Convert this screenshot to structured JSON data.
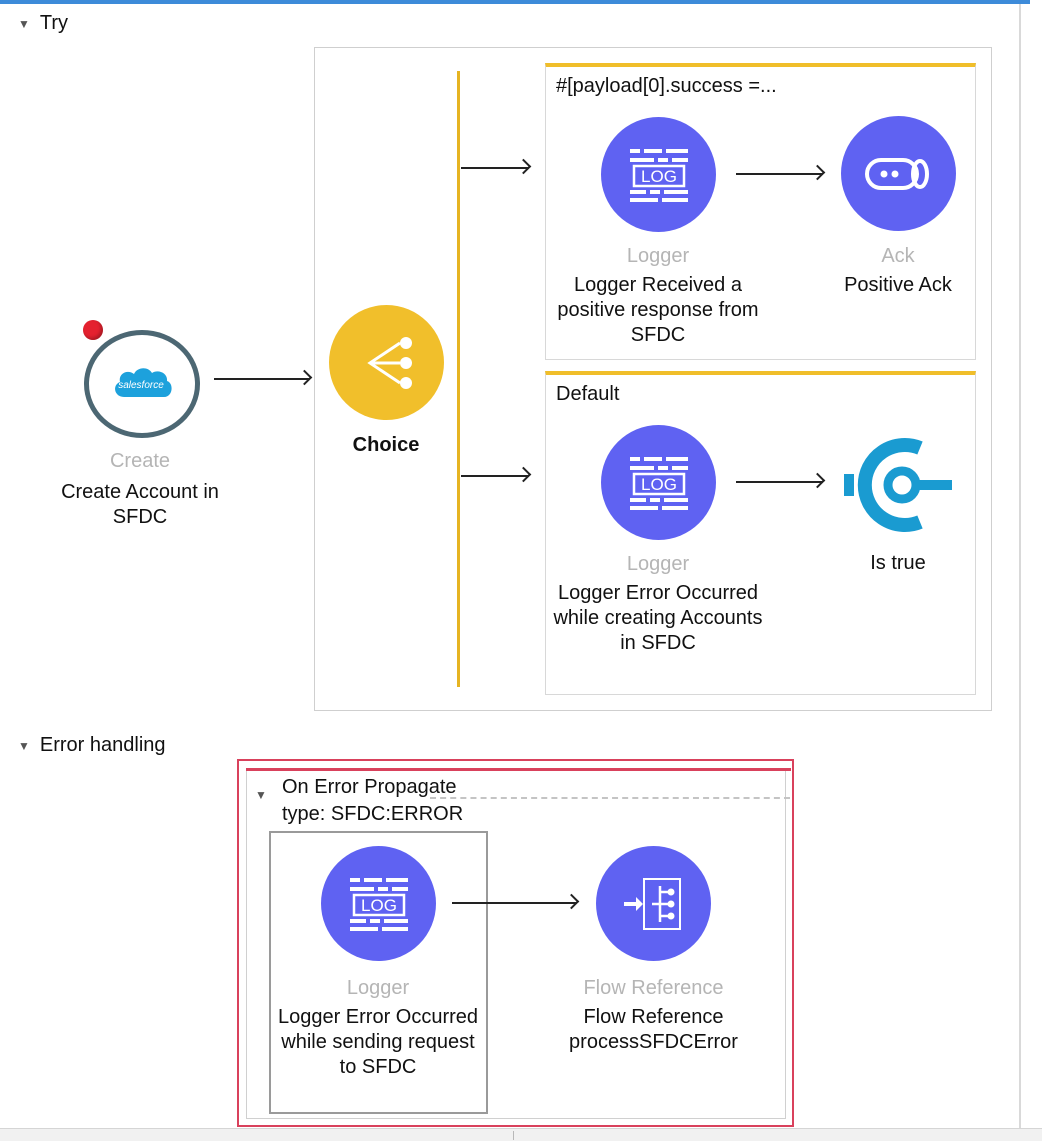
{
  "sections": {
    "try_label": "Try",
    "error_handling_label": "Error handling"
  },
  "create_node": {
    "icon_text": "salesforce",
    "type": "Create",
    "name": "Create Account in SFDC"
  },
  "choice_node": {
    "name": "Choice"
  },
  "routes": [
    {
      "title": "#[payload[0].success =...",
      "logger": {
        "icon_text": "LOG",
        "type": "Logger",
        "name": "Logger Received a positive response from SFDC"
      },
      "target": {
        "type": "Ack",
        "name": "Positive Ack"
      }
    },
    {
      "title": "Default",
      "logger": {
        "icon_text": "LOG",
        "type": "Logger",
        "name": "Logger Error Occurred while creating Accounts in SFDC"
      },
      "target": {
        "name": "Is true"
      }
    }
  ],
  "error_handler": {
    "title_line1": "On Error Propagate",
    "title_line2": "type: SFDC:ERROR",
    "logger": {
      "icon_text": "LOG",
      "type": "Logger",
      "name": "Logger Error Occurred while sending request to SFDC"
    },
    "flow_ref": {
      "type": "Flow Reference",
      "name": "Flow Reference processSFDCError"
    }
  },
  "colors": {
    "accent_blue": "#3d8bd9",
    "logger_purple": "#5f62f2",
    "choice_yellow": "#f1bf2b",
    "route_yellow": "#f0be2a",
    "error_red": "#d9415c",
    "validation_cyan": "#1a9bd1",
    "salesforce_blue": "#1da1dc",
    "error_dot_red": "#e4212f"
  }
}
